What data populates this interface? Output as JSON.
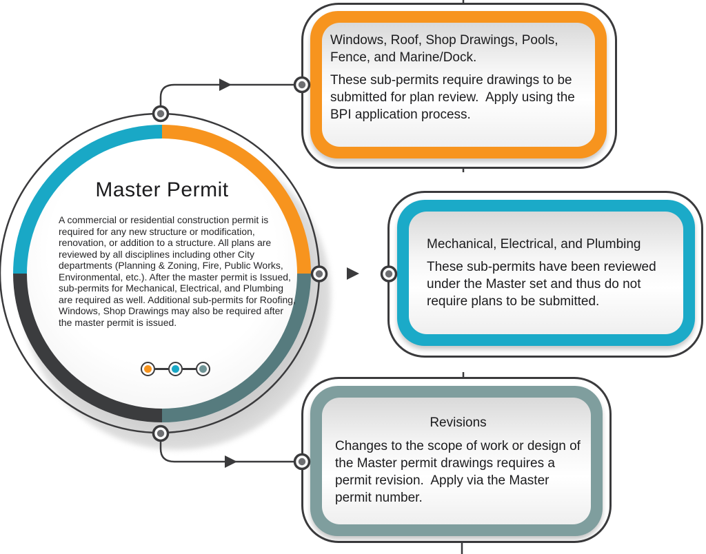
{
  "page": {
    "background": "#FFFFFF"
  },
  "diagram": {
    "type": "mind-map",
    "center": {
      "title": "Master Permit",
      "body": "A commercial or residential construction permit is required for any new structure or modification, renovation, or addition to a structure. All plans are reviewed by all disciplines including other City departments (Planning & Zoning, Fire, Public Works, Environmental, etc.). After the master permit is Issued, sub-permits for Mechanical, Electrical, and Plumbing are required as well. Additional sub-permits for Roofing, Windows, Shop Drawings may also be required after the master permit is issued.",
      "ring_segments": [
        {
          "position": "top-right",
          "color": "#F7941E"
        },
        {
          "position": "bottom-right",
          "color": "#567B7E"
        },
        {
          "position": "bottom-left",
          "color": "#3B3C3E"
        },
        {
          "position": "top-left",
          "color": "#19A8C6"
        }
      ],
      "legend_dots": [
        {
          "name": "orange-dot",
          "color": "#F7941E"
        },
        {
          "name": "teal-dot",
          "color": "#19A8C6"
        },
        {
          "name": "slate-dot",
          "color": "#6F9496"
        }
      ]
    },
    "branches": [
      {
        "accent": "#F7941E",
        "title": "Windows, Roof, Shop Drawings, Pools, Fence, and Marine/Dock.",
        "body": "These sub-permits require drawings to be submitted for plan review.  Apply using the BPI application process."
      },
      {
        "accent": "#1BAAC8",
        "title": "Mechanical, Electrical, and Plumbing",
        "body": "These sub-permits have been reviewed under the Master set and thus do not require plans to be submitted."
      },
      {
        "accent": "#7F9E9E",
        "title": "Revisions",
        "body": "Changes to the scope of work or design of the Master permit drawings requires a permit revision.  Apply via the Master permit number."
      }
    ],
    "connector_color": "#3A3A3C"
  }
}
